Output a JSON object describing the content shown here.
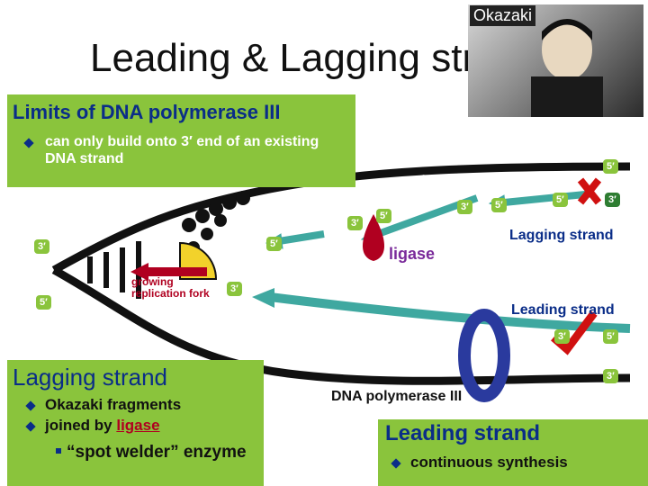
{
  "title": "Leading & Lagging str",
  "photo_caption": "Okazaki",
  "limits": {
    "title": "Limits of DNA polymerase III",
    "bullet": "can only build onto 3′ end of an existing DNA strand"
  },
  "lagging_panel": {
    "title": "Lagging strand",
    "bullet1": "Okazaki fragments",
    "bullet2_prefix": "joined by ",
    "bullet2_link": "ligase",
    "sub": "“spot welder” enzyme"
  },
  "leading_panel": {
    "title": "Leading strand",
    "bullet": "continuous synthesis"
  },
  "diagram": {
    "okazaki_fragments": "Okazaki fragments",
    "ligase": "ligase",
    "growing_fork": "growing\nreplication fork",
    "lagging_label": "Lagging strand",
    "leading_label": "Leading strand",
    "polymerase_label": "DNA polymerase III",
    "three_prime": "3′",
    "five_prime": "5′"
  },
  "colors": {
    "green_panel": "#8ac43c",
    "title_blue": "#0a2d88",
    "arrow_teal": "#3fa8a0",
    "ligase_red": "#b00020",
    "polymerase_blue": "#2a3a9e",
    "check_red": "#d01010"
  }
}
